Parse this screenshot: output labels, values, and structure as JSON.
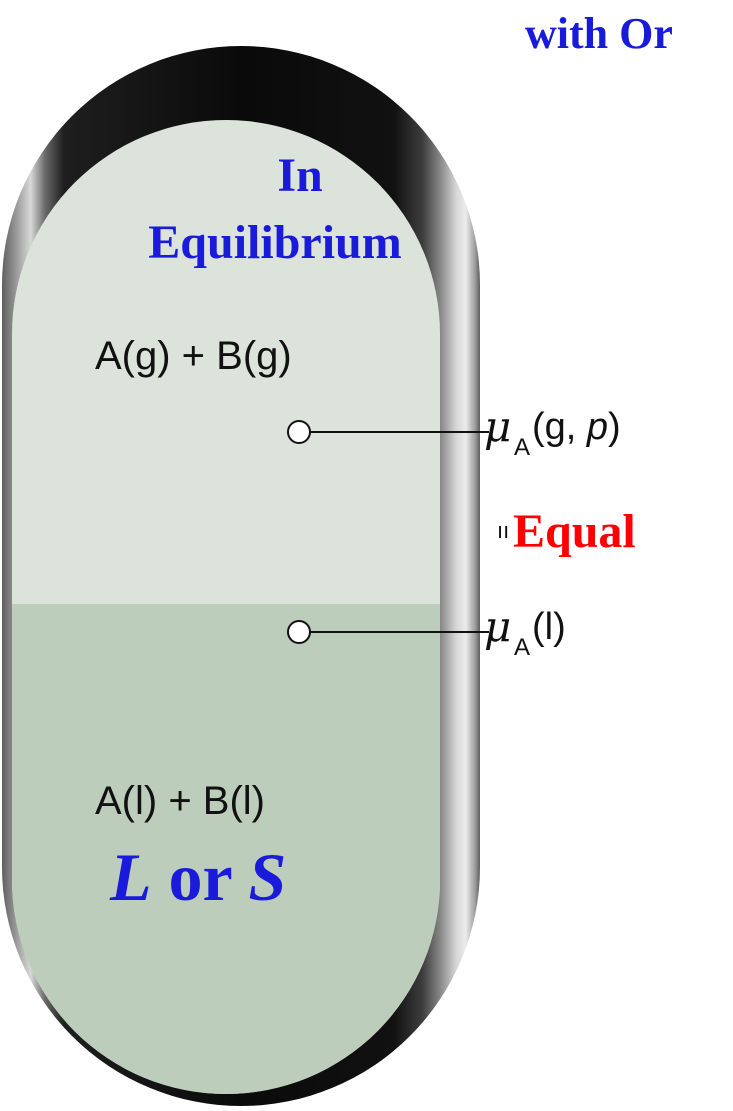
{
  "colors": {
    "blue_text": "#1a1adb",
    "red_text": "#ff0000",
    "gas_phase_fill": "#dce3db",
    "liquid_phase_fill": "#bdcdbb"
  },
  "caption": {
    "top_text": "with Or"
  },
  "container": {
    "state_line1": "In",
    "state_line2": "Equilibrium",
    "gas_formula": "A(g) + B(g)",
    "liquid_formula": "A(l) + B(l)",
    "condensed_label": {
      "part1": "L",
      "part2": " or ",
      "part3": "S"
    }
  },
  "potentials": {
    "symbol": "μ",
    "subscript": "A",
    "gas_args_open": "(g, ",
    "gas_pressure": "p",
    "gas_args_close": ")",
    "liquid_args": "(l)",
    "equals_mark": "ıı",
    "relation_label": "Equal"
  }
}
